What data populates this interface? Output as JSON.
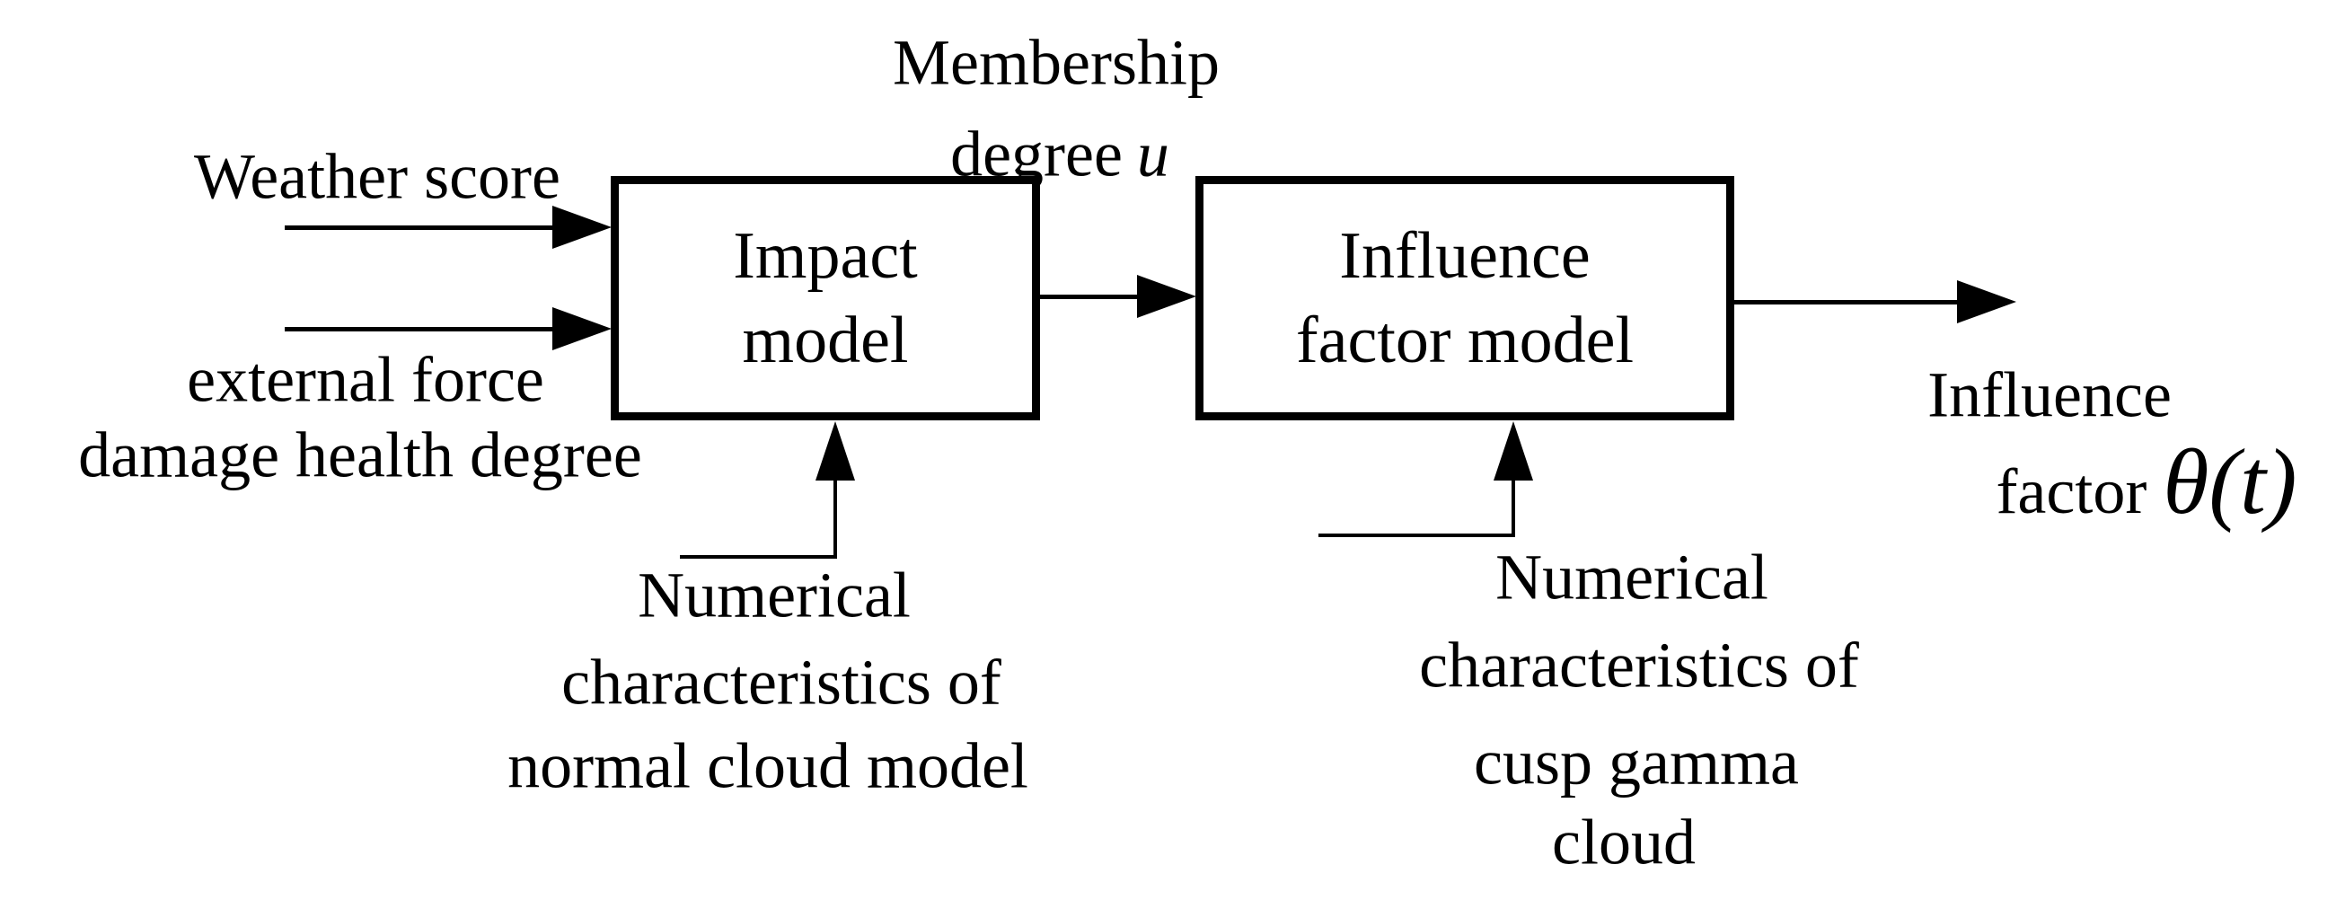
{
  "colors": {
    "ink": "#000000",
    "background": "#ffffff"
  },
  "diagram": {
    "inputs": {
      "weather_score": "Weather score",
      "external_force": [
        "external force",
        "damage health degree"
      ]
    },
    "impact_box": [
      "Impact",
      "model"
    ],
    "influence_box": [
      "Influence",
      "factor model"
    ],
    "membership": [
      "Membership",
      "degree",
      "u"
    ],
    "normal_cloud": [
      "Numerical",
      "characteristics of",
      "normal cloud model"
    ],
    "cusp_cloud": [
      "Numerical",
      "characteristics of",
      "cusp gamma",
      "cloud"
    ],
    "output": [
      "Influence",
      "factor",
      "θ(t)"
    ]
  }
}
